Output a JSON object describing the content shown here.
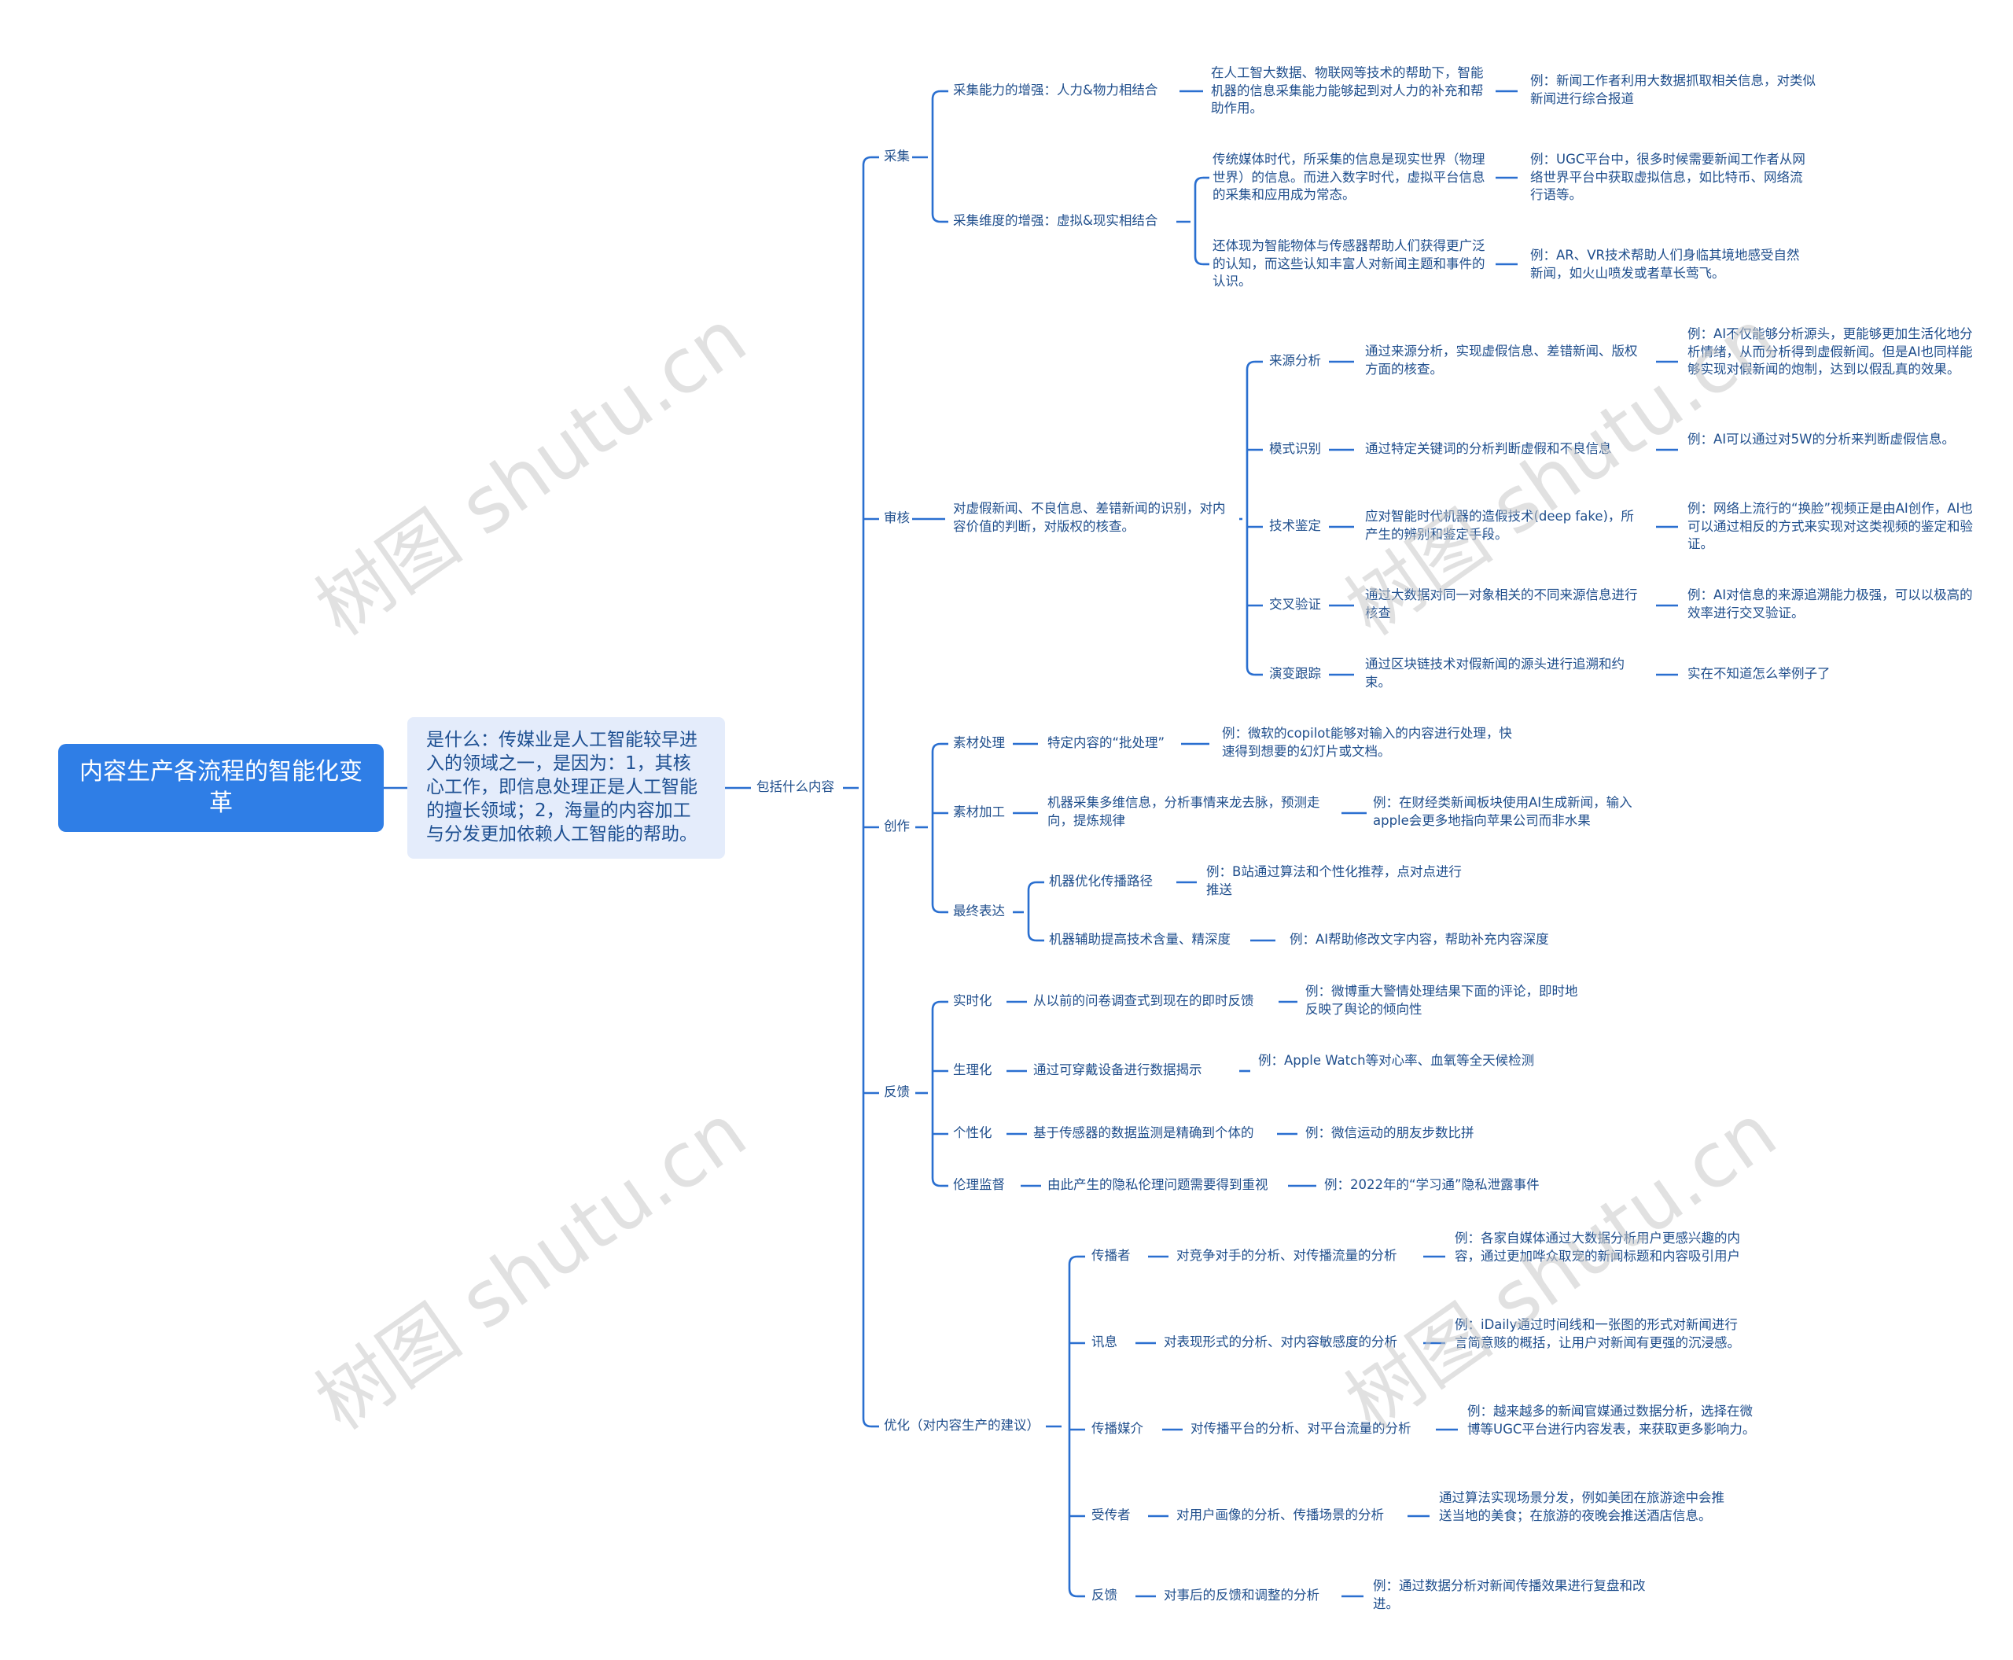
{
  "root": {
    "title": "内容生产各流程的智能化变革"
  },
  "level1": {
    "text": "是什么：传媒业是人工智能较早进入的领域之一，是因为：1，其核心工作，即信息处理正是人工智能的擅长领域；2，海量的内容加工与分发更加依赖人工智能的帮助。",
    "branch_label": "包括什么内容"
  },
  "sections": {
    "caiji": {
      "label": "采集",
      "sub1": {
        "label": "采集能力的增强：人力&物力相结合",
        "desc": "在人工智大数据、物联网等技术的帮助下，智能机器的信息采集能力能够起到对人力的补充和帮助作用。",
        "example": "例：新闻工作者利用大数据抓取相关信息，对类似新闻进行综合报道"
      },
      "sub2": {
        "label": "采集维度的增强：虚拟&现实相结合",
        "desc1": "传统媒体时代，所采集的信息是现实世界（物理世界）的信息。而进入数字时代，虚拟平台信息的采集和应用成为常态。",
        "example1": "例：UGC平台中，很多时候需要新闻工作者从网络世界平台中获取虚拟信息，如比特币、网络流行语等。",
        "desc2": "还体现为智能物体与传感器帮助人们获得更广泛的认知，而这些认知丰富人对新闻主题和事件的认识。",
        "example2": "例：AR、VR技术帮助人们身临其境地感受自然新闻，如火山喷发或者草长莺飞。"
      }
    },
    "shenhe": {
      "label": "审核",
      "desc": "对虚假新闻、不良信息、差错新闻的识别，对内容价值的判断，对版权的核查。",
      "items": [
        {
          "label": "来源分析",
          "desc": "通过来源分析，实现虚假信息、差错新闻、版权方面的核查。",
          "example": "例：AI不仅能够分析源头，更能够更加生活化地分析情绪，从而分析得到虚假新闻。但是AI也同样能够实现对假新闻的炮制，达到以假乱真的效果。"
        },
        {
          "label": "模式识别",
          "desc": "通过特定关键词的分析判断虚假和不良信息",
          "example": "例：AI可以通过对5W的分析来判断虚假信息。"
        },
        {
          "label": "技术鉴定",
          "desc": "应对智能时代机器的造假技术(deep fake)，所产生的辨别和鉴定手段。",
          "example": "例：网络上流行的“换脸”视频正是由AI创作，AI也可以通过相反的方式来实现对这类视频的鉴定和验证。"
        },
        {
          "label": "交叉验证",
          "desc": "通过大数据对同一对象相关的不同来源信息进行核查",
          "example": "例：AI对信息的来源追溯能力极强，可以以极高的效率进行交叉验证。"
        },
        {
          "label": "演变跟踪",
          "desc": "通过区块链技术对假新闻的源头进行追溯和约束。",
          "example": "实在不知道怎么举例子了"
        }
      ]
    },
    "chuangzuo": {
      "label": "创作",
      "sucai_chuli": {
        "label": "素材处理",
        "desc": "特定内容的“批处理”",
        "example": "例：微软的copilot能够对输入的内容进行处理，快速得到想要的幻灯片或文档。"
      },
      "sucai_jiagong": {
        "label": "素材加工",
        "desc": "机器采集多维信息，分析事情来龙去脉，预测走向，提炼规律",
        "example": "例：在财经类新闻板块使用AI生成新闻，输入apple会更多地指向苹果公司而非水果"
      },
      "zuizhong": {
        "label": "最终表达",
        "item1": "机器优化传播路径",
        "example1": "例：B站通过算法和个性化推荐，点对点进行推送",
        "item2": "机器辅助提高技术含量、精深度",
        "example2": "例：AI帮助修改文字内容，帮助补充内容深度"
      }
    },
    "fankui": {
      "label": "反馈",
      "items": [
        {
          "label": "实时化",
          "desc": "从以前的问卷调查式到现在的即时反馈",
          "example": "例：微博重大警情处理结果下面的评论，即时地反映了舆论的倾向性"
        },
        {
          "label": "生理化",
          "desc": "通过可穿戴设备进行数据揭示",
          "example": "例：Apple Watch等对心率、血氧等全天候检测"
        },
        {
          "label": "个性化",
          "desc": "基于传感器的数据监测是精确到个体的",
          "example": "例：微信运动的朋友步数比拼"
        },
        {
          "label": "伦理监督",
          "desc": "由此产生的隐私伦理问题需要得到重视",
          "example": "例：2022年的“学习通”隐私泄露事件"
        }
      ]
    },
    "youhua": {
      "label": "优化（对内容生产的建议）",
      "items": [
        {
          "label": "传播者",
          "desc": "对竞争对手的分析、对传播流量的分析",
          "example": "例：各家自媒体通过大数据分析用户更感兴趣的内容，通过更加哗众取宠的新闻标题和内容吸引用户"
        },
        {
          "label": "讯息",
          "desc": "对表现形式的分析、对内容敏感度的分析",
          "example": "例：iDaily通过时间线和一张图的形式对新闻进行言简意赅的概括，让用户对新闻有更强的沉浸感。"
        },
        {
          "label": "传播媒介",
          "desc": "对传播平台的分析、对平台流量的分析",
          "example": "例：越来越多的新闻官媒通过数据分析，选择在微博等UGC平台进行内容发表，来获取更多影响力。"
        },
        {
          "label": "受传者",
          "desc": "对用户画像的分析、传播场景的分析",
          "example": "通过算法实现场景分发，例如美团在旅游途中会推送当地的美食；在旅游的夜晚会推送酒店信息。"
        },
        {
          "label": "反馈",
          "desc": "对事后的反馈和调整的分析",
          "example": "例：通过数据分析对新闻传播效果进行复盘和改进。"
        }
      ]
    }
  },
  "watermark": {
    "text": "树图 shutu.cn"
  },
  "colors": {
    "accent": "#2f7ee6",
    "line": "#2a6fd0",
    "text": "#1f4e8c",
    "level1_bg": "#e4ecfb"
  }
}
